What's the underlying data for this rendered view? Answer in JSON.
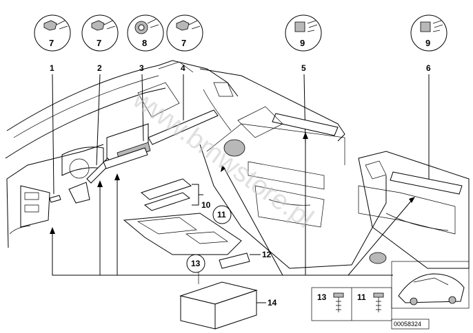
{
  "diagram": {
    "callouts": [
      {
        "id": "c1",
        "label": "1"
      },
      {
        "id": "c2",
        "label": "2"
      },
      {
        "id": "c3",
        "label": "3"
      },
      {
        "id": "c4",
        "label": "4"
      },
      {
        "id": "c5",
        "label": "5"
      },
      {
        "id": "c6",
        "label": "6"
      },
      {
        "id": "c10",
        "label": "10"
      },
      {
        "id": "c12",
        "label": "12"
      },
      {
        "id": "c14",
        "label": "14"
      }
    ],
    "circle_labels": {
      "icon1": "7",
      "icon2": "7",
      "icon3": "8",
      "icon4": "7",
      "icon5": "9",
      "icon6": "9",
      "part11": "11",
      "part13": "13"
    },
    "legend": {
      "left_label": "13",
      "right_label": "11"
    },
    "watermark": "www.bmwstore.pl",
    "diagram_code": "00058324"
  }
}
